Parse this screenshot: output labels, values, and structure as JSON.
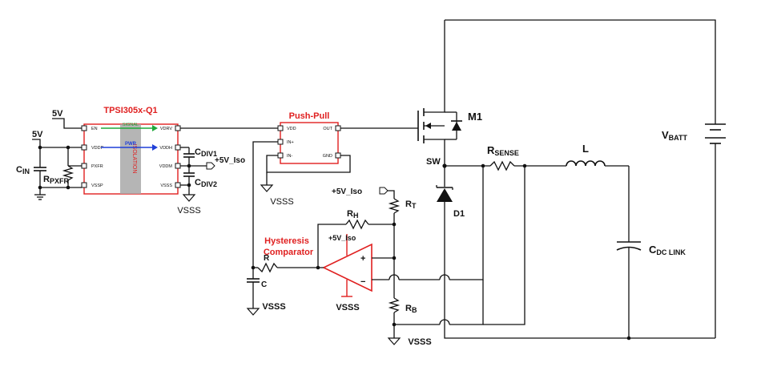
{
  "blocks": {
    "isolator": {
      "title": "TPSI305x-Q1",
      "pins_left": [
        "EN",
        "VDDP",
        "PXFR",
        "VSSP"
      ],
      "pins_right": [
        "VDRV",
        "VDDH",
        "VDDM",
        "VSSS"
      ],
      "signal_label": "SIGNAL",
      "power_label": "PWR",
      "isolation_label": "ISOLATION"
    },
    "pushpull": {
      "title": "Push-Pull",
      "pins_left": [
        "VDD",
        "IN+",
        "IN-"
      ],
      "pins_right": [
        "OUT",
        "GND"
      ]
    },
    "comparator": {
      "title_line1": "Hysteresis",
      "title_line2": "Comparator",
      "supply": "+5V_Iso",
      "plus": "+",
      "minus": "−"
    }
  },
  "labels": {
    "v5_top": "5V",
    "v5_left": "5V",
    "cin": "C",
    "cin_sub": "IN",
    "rpxfr": "R",
    "rpxfr_sub": "PXFR",
    "cdiv1": "C",
    "cdiv1_sub": "DIV1",
    "cdiv2": "C",
    "cdiv2_sub": "DIV2",
    "v5iso_out": "+5V_Iso",
    "vsss_iso": "VSSS",
    "vsss_pp": "VSSS",
    "v5iso_rt": "+5V_Iso",
    "rt": "R",
    "rt_sub": "T",
    "rh": "R",
    "rh_sub": "H",
    "rb": "R",
    "rb_sub": "B",
    "r": "R",
    "c": "C",
    "vsss_c": "VSSS",
    "vsss_comp": "VSSS",
    "vsss_rb": "VSSS",
    "m1": "M1",
    "sw": "SW",
    "d1": "D1",
    "rsense": "R",
    "rsense_sub": "SENSE",
    "l": "L",
    "cdclink": "C",
    "cdclink_sub": "DC LINK",
    "vbatt": "V",
    "vbatt_sub": "BATT"
  },
  "colors": {
    "wire": "#111111",
    "accent_red": "#e02020",
    "signal_green": "#1fa83a",
    "power_blue": "#1f3fd8",
    "isolation_gray": "#a8a8a8"
  }
}
